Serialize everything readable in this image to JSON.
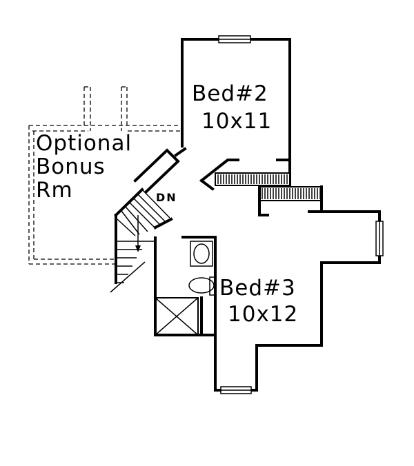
{
  "floor_plan": {
    "rooms": [
      {
        "id": "bed2",
        "name": "Bed#2",
        "size": "10x11"
      },
      {
        "id": "bed3",
        "name": "Bed#3",
        "size": "10x12"
      }
    ],
    "bonus_room": {
      "line1": "Optional",
      "line2": "Bonus",
      "line3": "Rm"
    },
    "stair_label": "DN"
  }
}
